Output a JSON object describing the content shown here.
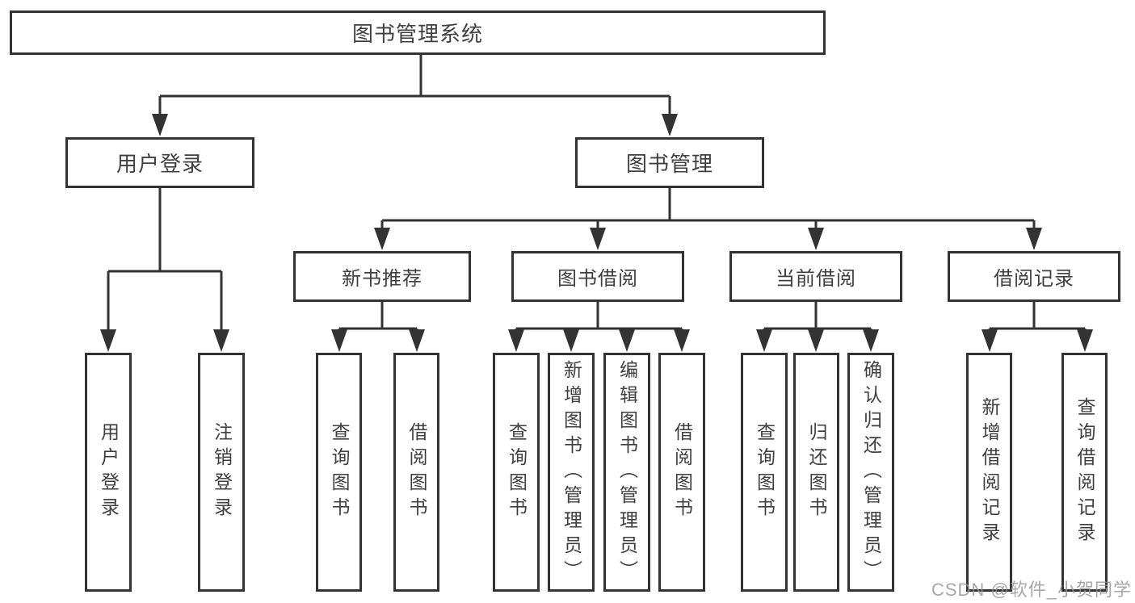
{
  "colors": {
    "line": "#333333",
    "text": "#3f3f3f",
    "background": "#ffffff",
    "watermark": "#949494"
  },
  "tree": {
    "root": {
      "label": "图书管理系统"
    },
    "branches": [
      {
        "label": "用户登录",
        "children": [
          {
            "label": "用户登录"
          },
          {
            "label": "注销登录"
          }
        ]
      },
      {
        "label": "图书管理",
        "children": [
          {
            "label": "新书推荐",
            "children": [
              {
                "label": "查询图书"
              },
              {
                "label": "借阅图书"
              }
            ]
          },
          {
            "label": "图书借阅",
            "children": [
              {
                "label": "查询图书"
              },
              {
                "label": "新增图书（管理员）"
              },
              {
                "label": "编辑图书（管理员）"
              },
              {
                "label": "借阅图书"
              }
            ]
          },
          {
            "label": "当前借阅",
            "children": [
              {
                "label": "查询图书"
              },
              {
                "label": "归还图书"
              },
              {
                "label": "确认归还（管理员）"
              }
            ]
          },
          {
            "label": "借阅记录",
            "children": [
              {
                "label": "新增借阅记录"
              },
              {
                "label": "查询借阅记录"
              }
            ]
          }
        ]
      }
    ]
  },
  "watermark": {
    "text": "CSDN @软件_小贺同学"
  }
}
